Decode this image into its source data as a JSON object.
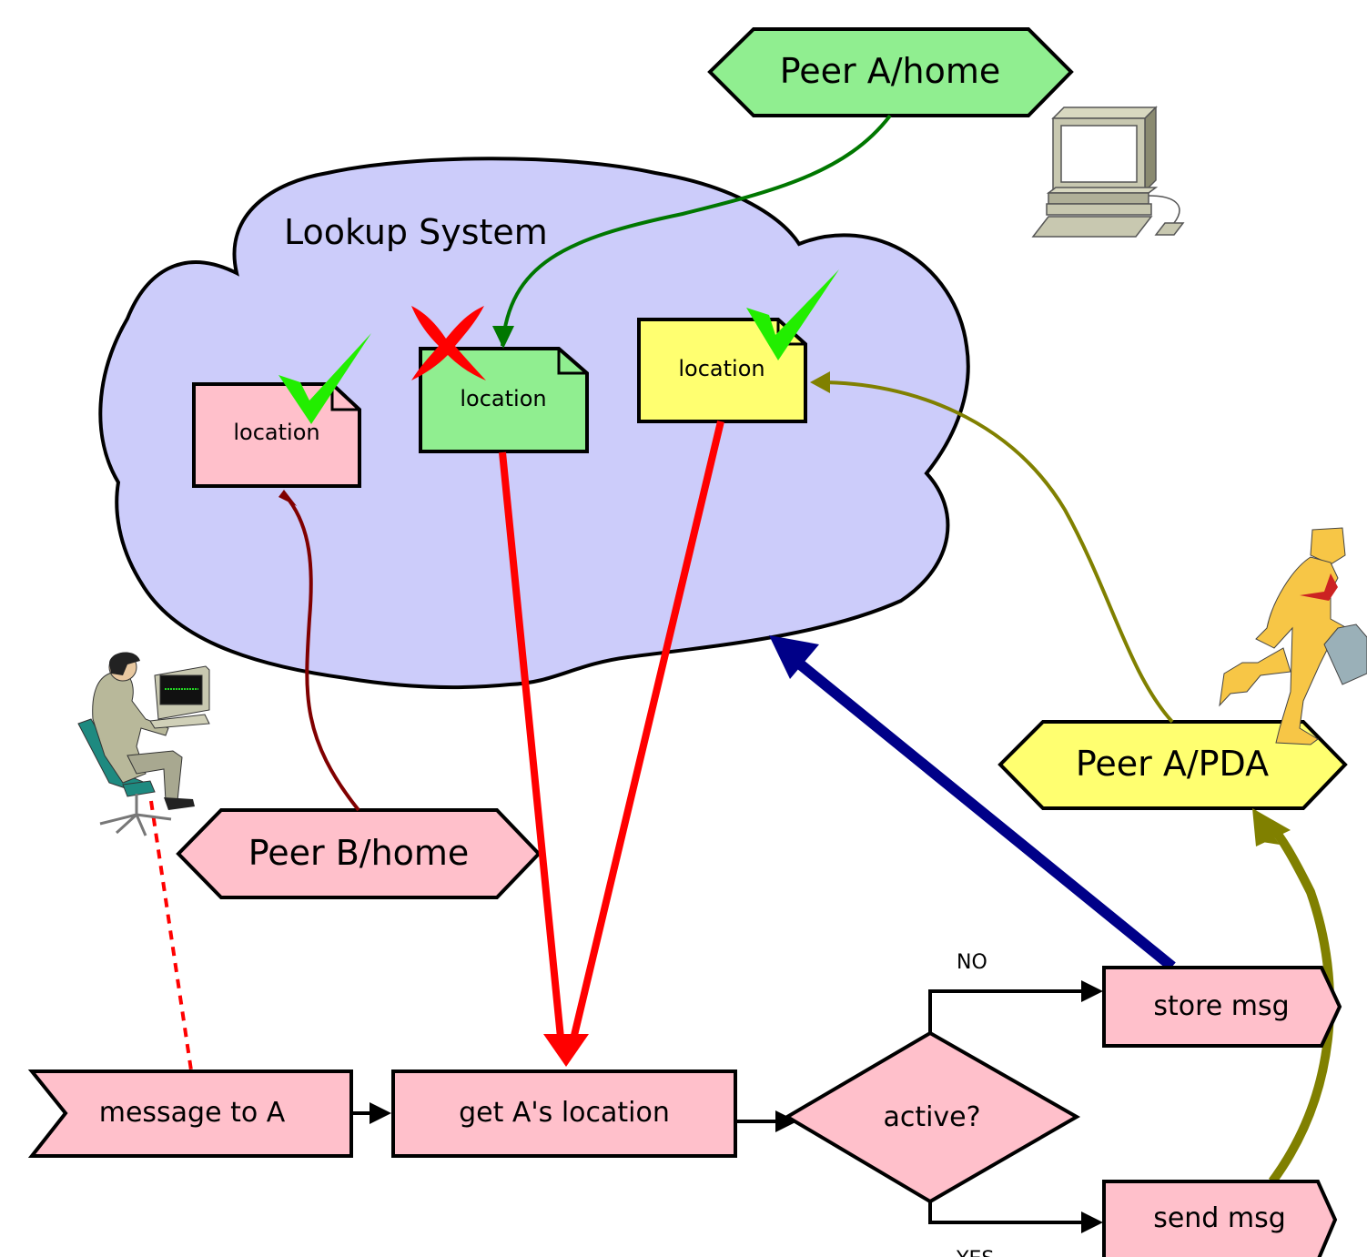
{
  "cloud": {
    "label": "Lookup System",
    "fill": "#ccccfa"
  },
  "peers": {
    "a_home": "Peer A/home",
    "a_pda": "Peer A/PDA",
    "b_home": "Peer B/home"
  },
  "location_docs": [
    {
      "label": "location",
      "status": "valid",
      "fill": "#ffc0cb"
    },
    {
      "label": "location",
      "status": "invalid",
      "fill": "#90ee90"
    },
    {
      "label": "location",
      "status": "valid",
      "fill": "#ffff70"
    }
  ],
  "flow": {
    "message": "message to A",
    "get_location": "get A's location",
    "decision": "active?",
    "store": "store msg",
    "send": "send msg",
    "no_label": "NO",
    "yes_label": "YES"
  },
  "icons": [
    "desktop-computer-icon",
    "person-at-computer-icon",
    "running-businessman-icon",
    "checkmark-icon",
    "cross-icon"
  ],
  "colors": {
    "pink": "#ffc0cb",
    "green": "#90ee90",
    "yellow": "#ffff70",
    "red_arrow": "#ff0000",
    "blue_arrow": "#000088",
    "olive_arrow": "#808000",
    "dark_green_arrow": "#007700",
    "dark_red_arrow": "#800000"
  }
}
